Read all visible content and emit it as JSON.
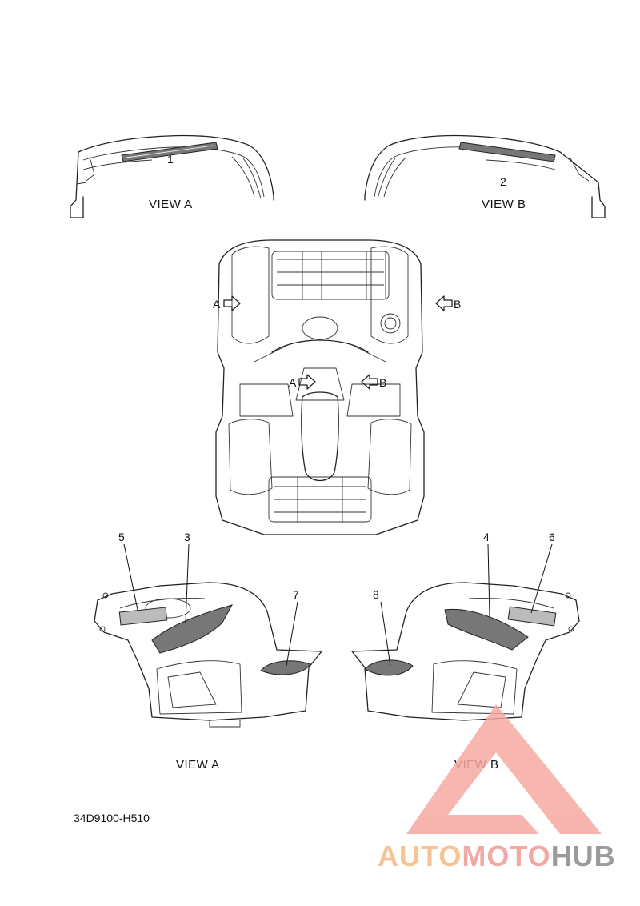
{
  "diagram": {
    "code": "34D9100-H510",
    "views": {
      "top_left": "VIEW A",
      "top_right": "VIEW B",
      "bottom_left": "VIEW A",
      "bottom_right": "VIEW B"
    },
    "arrows": {
      "left_outer": "A",
      "right_outer": "B",
      "left_inner": "A",
      "right_inner": "B"
    },
    "callouts": [
      "1",
      "2",
      "3",
      "4",
      "5",
      "6",
      "7",
      "8"
    ]
  },
  "watermark": {
    "part1": "AUTO",
    "part2": "MOTO",
    "part3": "HUB",
    "colors": {
      "auto": "#f6b980",
      "moto": "#f29b93",
      "hub": "#8a8a8a",
      "triangle": "#f7a9a3"
    }
  }
}
